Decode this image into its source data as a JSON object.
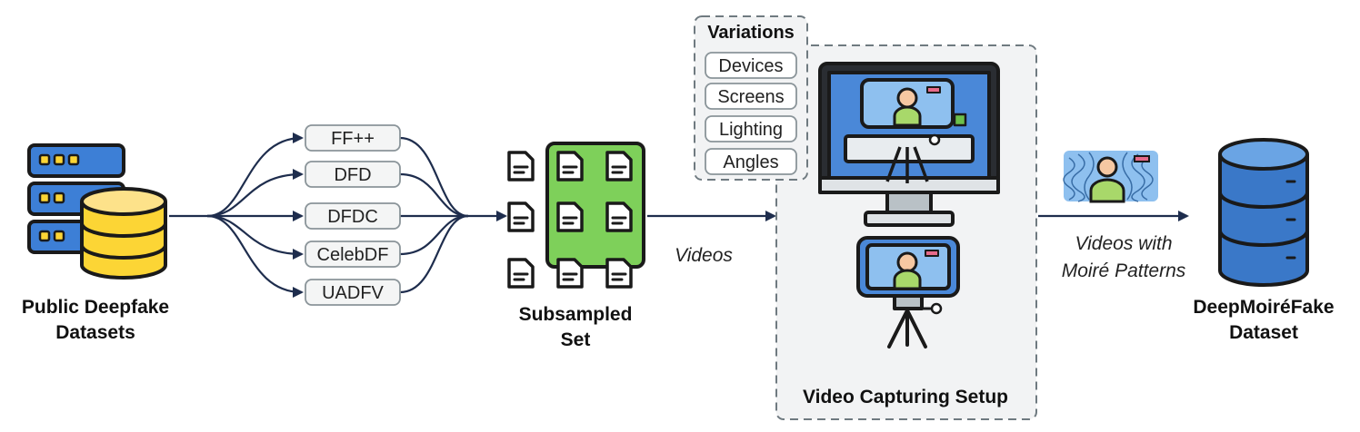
{
  "source_label": [
    "Public Deepfake",
    "Datasets"
  ],
  "datasets": [
    "FF++",
    "DFD",
    "DFDC",
    "CelebDF",
    "UADFV"
  ],
  "subsampled_label": [
    "Subsampled",
    "Set"
  ],
  "videos_label": "Videos",
  "variations": {
    "title": "Variations",
    "items": [
      "Devices",
      "Screens",
      "Lighting",
      "Angles"
    ]
  },
  "setup_label": "Video Capturing Setup",
  "moire_label": [
    "Videos with",
    "Moiré Patterns"
  ],
  "output_label": [
    "DeepMoiréFake",
    "Dataset"
  ],
  "colors": {
    "arrow": "#1e2d4d",
    "db_yellow": "#fcd535",
    "server_blue": "#3d7fd6",
    "subset_green": "#7ed05a",
    "screen_blue": "#4a88d8",
    "person_green": "#a8d86a",
    "output_db_blue": "#3a78c8",
    "panel_bg": "#f2f3f4"
  }
}
